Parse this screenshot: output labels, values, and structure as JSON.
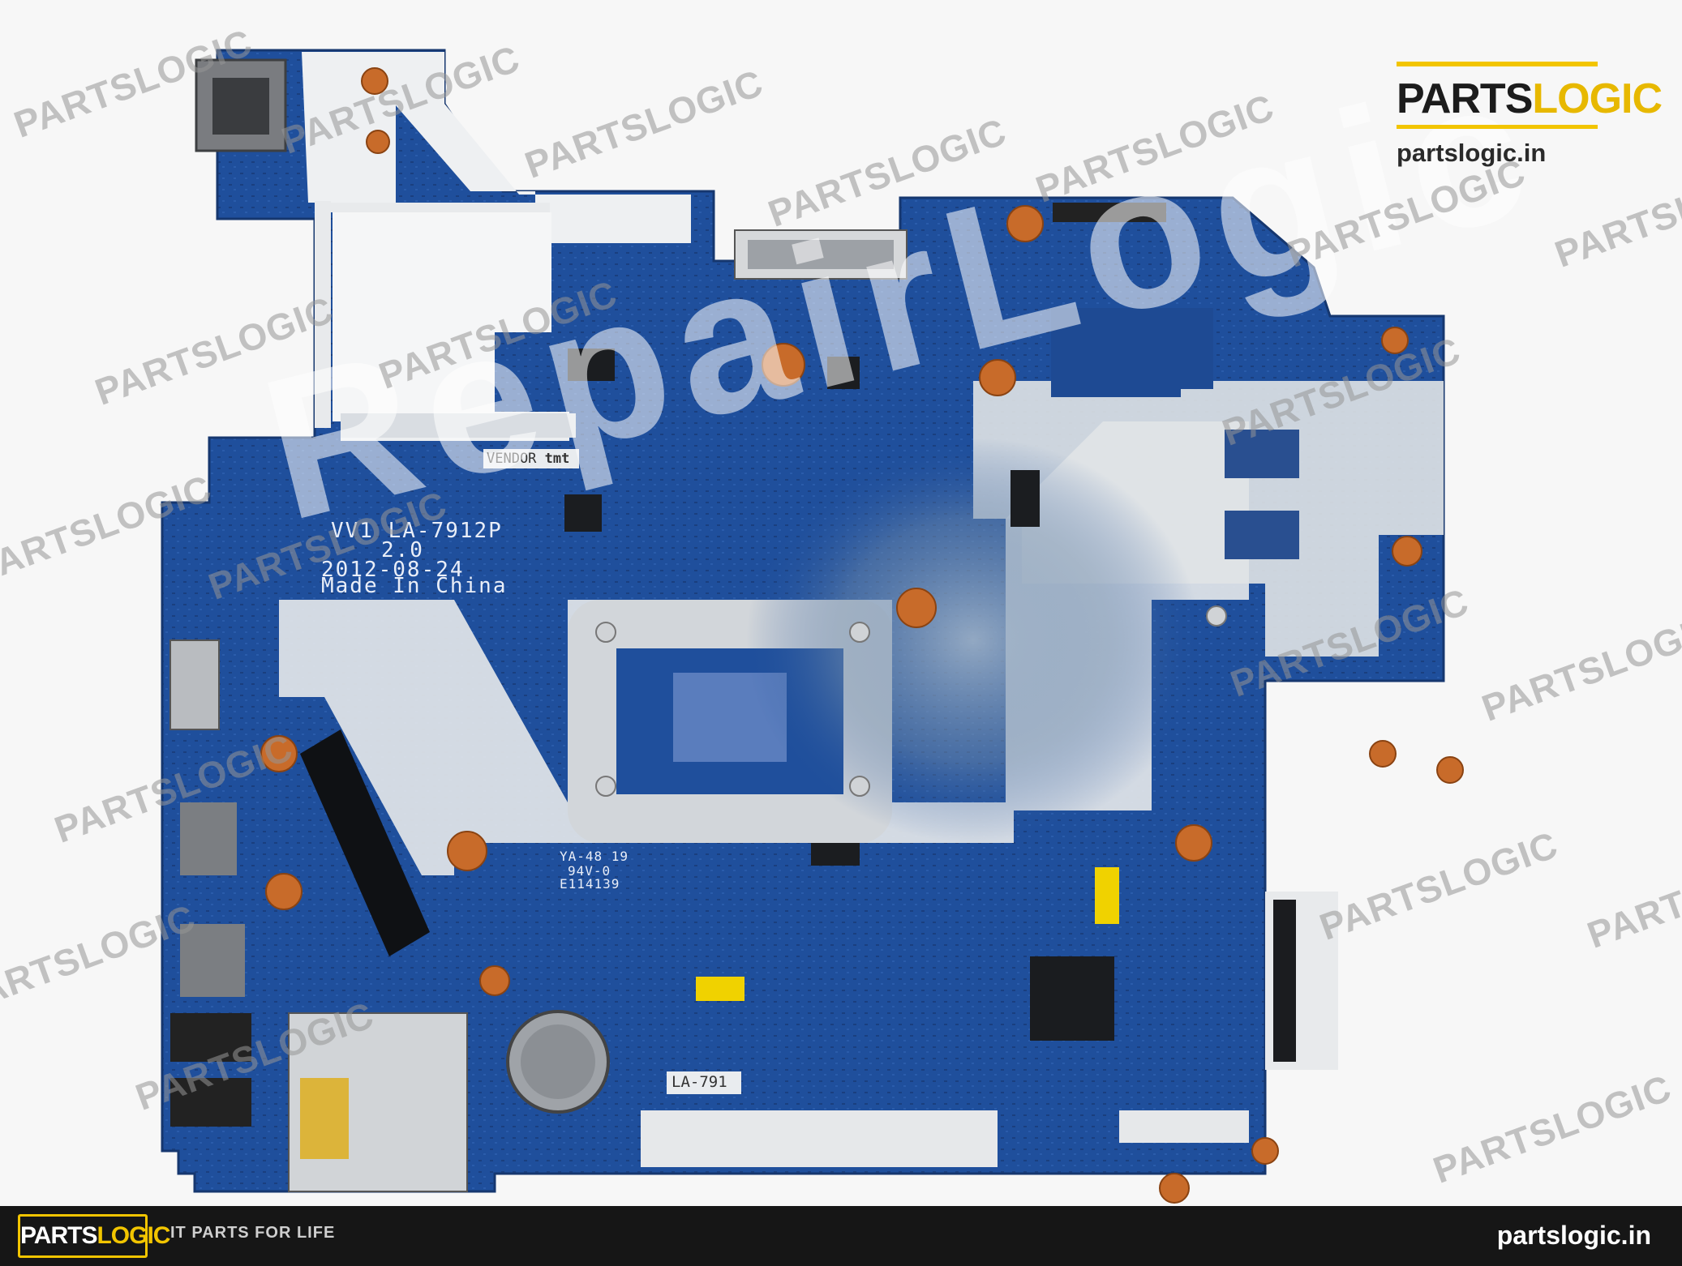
{
  "brand": {
    "part_a": "PARTS",
    "part_b": "LOGIC",
    "url": "partslogic.in"
  },
  "footer": {
    "logo_a": "PARTS",
    "logo_b": "LOGIC",
    "tagline": "IT PARTS FOR LIFE",
    "url": "partslogic.in"
  },
  "board": {
    "model_line": "VV1 LA-7912P",
    "rev_line": "2.0",
    "date_line": "2012-08-24",
    "made_line": "Made In China",
    "vendor_label": "VENDOR",
    "vendor_mark": "tmt",
    "lower_model": "LA-791",
    "ul_line1": "YA-48 19",
    "ul_line2": "94V-0",
    "ul_line3": "E114139"
  },
  "watermark_text": "PARTSLOGIC",
  "big_watermark": "RepairLogic",
  "colors": {
    "pcb_blue": "#1f4f9c",
    "brand_yellow": "#f2c500",
    "footer_bg": "#161616"
  }
}
